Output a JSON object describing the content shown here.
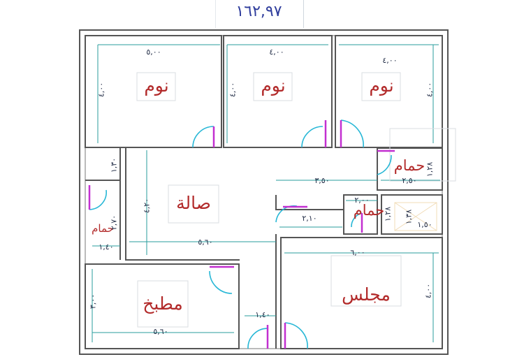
{
  "header": {
    "total_area": "١٦٢,٩٧"
  },
  "rooms": {
    "bedroom_1": "نوم",
    "bedroom_2": "نوم",
    "bedroom_3": "نوم",
    "living": "صالة",
    "bathroom_1": "حمام",
    "bathroom_2": "حمام",
    "bathroom_3": "حمام",
    "kitchen": "مطبخ",
    "majlis": "مجلس"
  },
  "dimensions": {
    "bed1_width": "٥,٠٠",
    "bed1_height": "٤,٠٠",
    "bed2_width": "٤,٠٠",
    "bed2_height": "٤,٠٠",
    "bed3_width": "٤,٠٠",
    "bed3_height": "٤,٠٠",
    "bath_right_height": "١,٢٨",
    "bath_right_width": "٢,٥٠",
    "corridor_width": "٣,٥٠",
    "bath_mid_width": "٢,٠٠",
    "bath_mid_height": "١,٢٨",
    "door_gap": "٢,١٠",
    "shaft_width": "١,٥٠",
    "shaft_height": "١,٣٨",
    "living_width": "٥,٦٠",
    "living_height": "٤,٢٠",
    "left_top_height": "١,٣٠",
    "left_bath_height": "٢,٧٠",
    "left_bath_width": "١,٤٠",
    "majlis_width": "٦,٠٠",
    "majlis_height": "٤,٠٠",
    "kitchen_width": "٥,٦٠",
    "kitchen_height": "٣,٠٠",
    "entrance_width": "١,٤٠"
  },
  "colors": {
    "wall": "#555555",
    "room_label": "#b22a2a",
    "dimension_line": "#2a9d9d",
    "door_arc": "#27b7d6",
    "door_leaf": "#c22fd0",
    "area_label": "#2f3d9c"
  }
}
